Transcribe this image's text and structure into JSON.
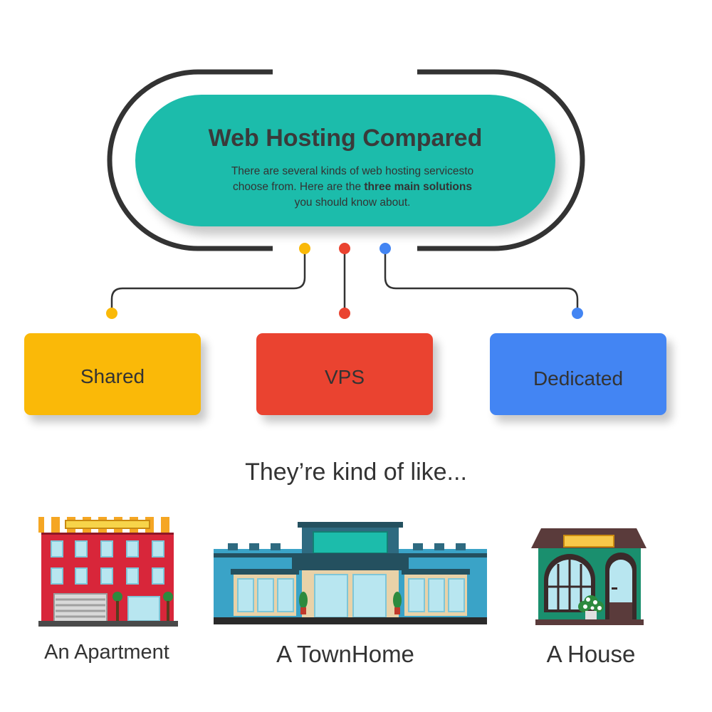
{
  "header": {
    "title": "Web Hosting Compared",
    "desc_line1": "There are several kinds of web hosting servicesto",
    "desc_line2_pre": "choose from. Here are the ",
    "desc_line2_bold": "three main solutions",
    "desc_line3": "you should know about."
  },
  "options": [
    {
      "label": "Shared",
      "color": "#fab908"
    },
    {
      "label": "VPS",
      "color": "#ea4330"
    },
    {
      "label": "Dedicated",
      "color": "#4385f3"
    }
  ],
  "tagline": "They’re kind of like...",
  "buildings": [
    {
      "label": "An Apartment",
      "icon": "apartment-icon"
    },
    {
      "label": "A TownHome",
      "icon": "townhome-icon"
    },
    {
      "label": "A House",
      "icon": "house-icon"
    }
  ],
  "colors": {
    "teal": "#1cbcab",
    "yellow": "#fab908",
    "red": "#ea4330",
    "blue": "#4385f3",
    "outline": "#333333"
  }
}
